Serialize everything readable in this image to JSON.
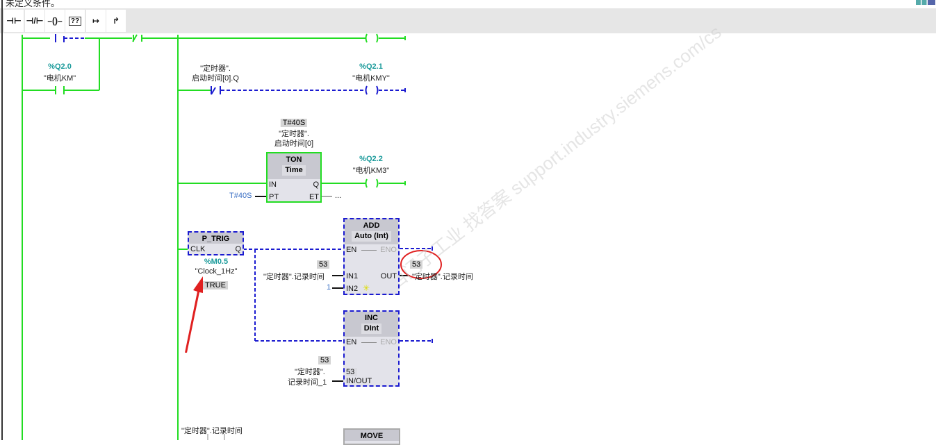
{
  "header": {
    "title": "未定义条件。"
  },
  "toolbar": {
    "items": [
      {
        "icon": "no-contact-icon",
        "glyph": "⊣⊢"
      },
      {
        "icon": "nc-contact-icon",
        "glyph": "⊣/⊢"
      },
      {
        "icon": "coil-icon",
        "glyph": "–()–"
      },
      {
        "icon": "empty-box-icon",
        "glyph": "??"
      },
      {
        "icon": "open-branch-icon",
        "glyph": "↦"
      },
      {
        "icon": "close-branch-icon",
        "glyph": "↱"
      }
    ]
  },
  "rung1": {
    "km_addr": "%Q2.0",
    "km_name": "\"电机KM\"",
    "timer_q_l1": "\"定时器\".",
    "timer_q_l2": "启动时间[0].Q",
    "kmy_addr": "%Q2.1",
    "kmy_name": "\"电机KMY\"",
    "ton": {
      "preset_val": "T#40S",
      "inst_l1": "\"定时器\".",
      "inst_l2": "启动时间[0]",
      "title": "TON",
      "type": "Time",
      "in": "IN",
      "q": "Q",
      "pt": "PT",
      "et": "ET",
      "pt_val": "T#40S",
      "et_val": "..."
    },
    "km3_addr": "%Q2.2",
    "km3_name": "\"电机KM3\""
  },
  "rung2": {
    "ptrig": {
      "title": "P_TRIG",
      "clk": "CLK",
      "q": "Q",
      "addr": "%M0.5",
      "name": "\"Clock_1Hz\"",
      "state": "TRUE"
    },
    "add": {
      "title": "ADD",
      "type": "Auto (Int)",
      "en": "EN",
      "eno": "ENO",
      "in1": "IN1",
      "in2": "IN2",
      "out": "OUT",
      "in1_val": "53",
      "in1_name": "\"定时器\".记录时间",
      "in2_val": "1",
      "out_val": "53",
      "out_name": "\"定时器\".记录时间"
    },
    "inc": {
      "title": "INC",
      "type": "DInt",
      "en": "EN",
      "eno": "ENO",
      "inout": "IN/OUT",
      "inout_box_val": "53",
      "val": "53",
      "name_l1": "\"定时器\".",
      "name_l2": "记录时间_1"
    }
  },
  "rung3": {
    "contact_name": "\"定时器\".记录时间",
    "move_title": "MOVE"
  },
  "watermark": "西门子工业 找答案 support.industry.siemens.com/cs",
  "colors": {
    "powerflow": "#22dd22",
    "not_powered": "#1a1ad0",
    "annotation": "#e02020"
  }
}
